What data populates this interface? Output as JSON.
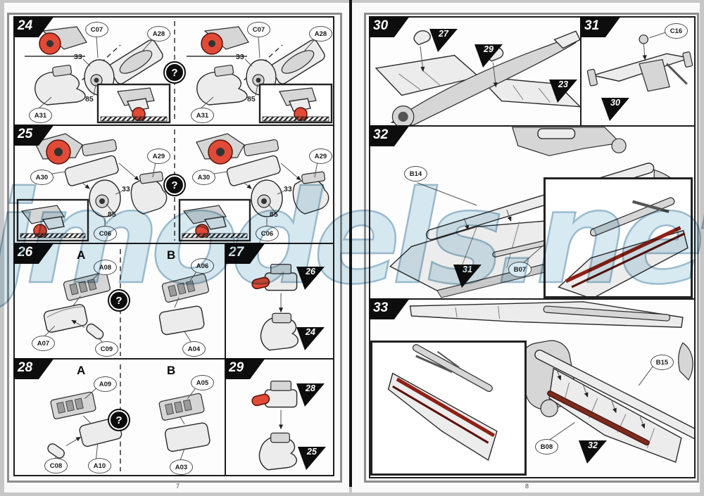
{
  "watermark_text": "jmodels.net",
  "symbols": {
    "question_mark": "?"
  },
  "colors": {
    "wheel_highlight": "#e04a36",
    "slat_highlight": "#7c2a1e",
    "watermark_blue": "#a9cfe2"
  },
  "pages": {
    "left": {
      "page_number": "7",
      "step24": {
        "number": "24",
        "labels": {
          "C07": "C07",
          "A28": "A28",
          "A31": "A31",
          "n33": "33",
          "n85": "85"
        }
      },
      "step25": {
        "number": "25",
        "labels": {
          "A30": "A30",
          "A29": "A29",
          "C06": "C06",
          "n33": "33",
          "n85": "85"
        }
      },
      "step26": {
        "number": "26",
        "option_a": "A",
        "option_b": "B",
        "labels": {
          "A08": "A08",
          "A07": "A07",
          "C09": "C09",
          "A06": "A06",
          "A04": "A04"
        }
      },
      "step27": {
        "number": "27",
        "refs": {
          "r26": "26",
          "r24": "24"
        }
      },
      "step28": {
        "number": "28",
        "option_a": "A",
        "option_b": "B",
        "labels": {
          "A09": "A09",
          "C08": "C08",
          "A10": "A10",
          "A05": "A05",
          "A03": "A03"
        }
      },
      "step29": {
        "number": "29",
        "refs": {
          "r28": "28",
          "r25": "25"
        }
      }
    },
    "right": {
      "page_number": "8",
      "step30": {
        "number": "30",
        "refs": {
          "r27": "27",
          "r29": "29",
          "r23": "23"
        }
      },
      "step31": {
        "number": "31",
        "labels": {
          "C16": "C16"
        },
        "refs": {
          "r30": "30"
        }
      },
      "step32": {
        "number": "32",
        "labels": {
          "B14": "B14",
          "B07": "B07"
        },
        "refs": {
          "r31": "31"
        }
      },
      "step33": {
        "number": "33",
        "labels": {
          "B15": "B15",
          "B08": "B08"
        },
        "refs": {
          "r32": "32"
        }
      }
    }
  }
}
